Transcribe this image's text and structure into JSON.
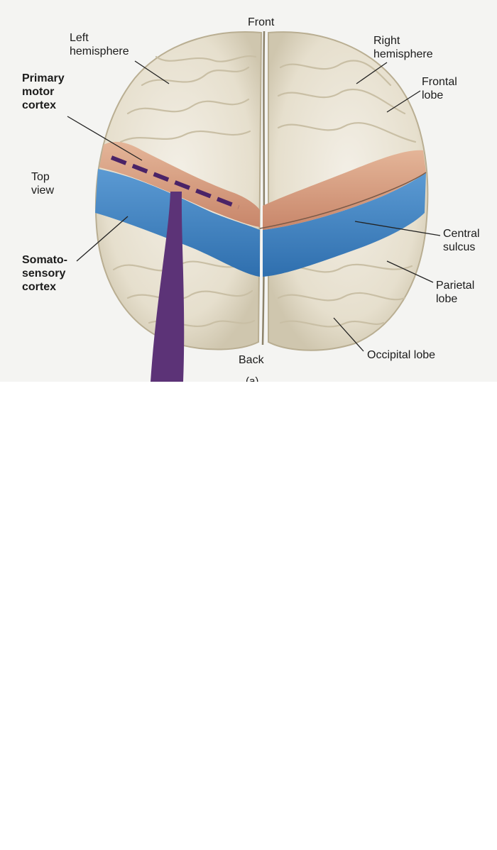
{
  "labels": {
    "front": "Front",
    "left_hemisphere": "Left\nhemisphere",
    "right_hemisphere": "Right\nhemisphere",
    "frontal_lobe": "Frontal\nlobe",
    "primary_motor_cortex": "Primary\nmotor\ncortex",
    "top_view": "Top\nview",
    "central_sulcus": "Central\nsulcus",
    "somatosensory_cortex": "Somato-\nsensory\ncortex",
    "parietal_lobe": "Parietal\nlobe",
    "back": "Back",
    "occipital_lobe": "Occipital lobe",
    "panel_letter": "(a)"
  },
  "colors": {
    "cortex_base": "#ebe5d6",
    "motor_cortex": "#d79d7e",
    "somatosensory_cortex": "#3f84c4",
    "dashed_line": "#4a2367",
    "purple_band": "#5c3377"
  }
}
